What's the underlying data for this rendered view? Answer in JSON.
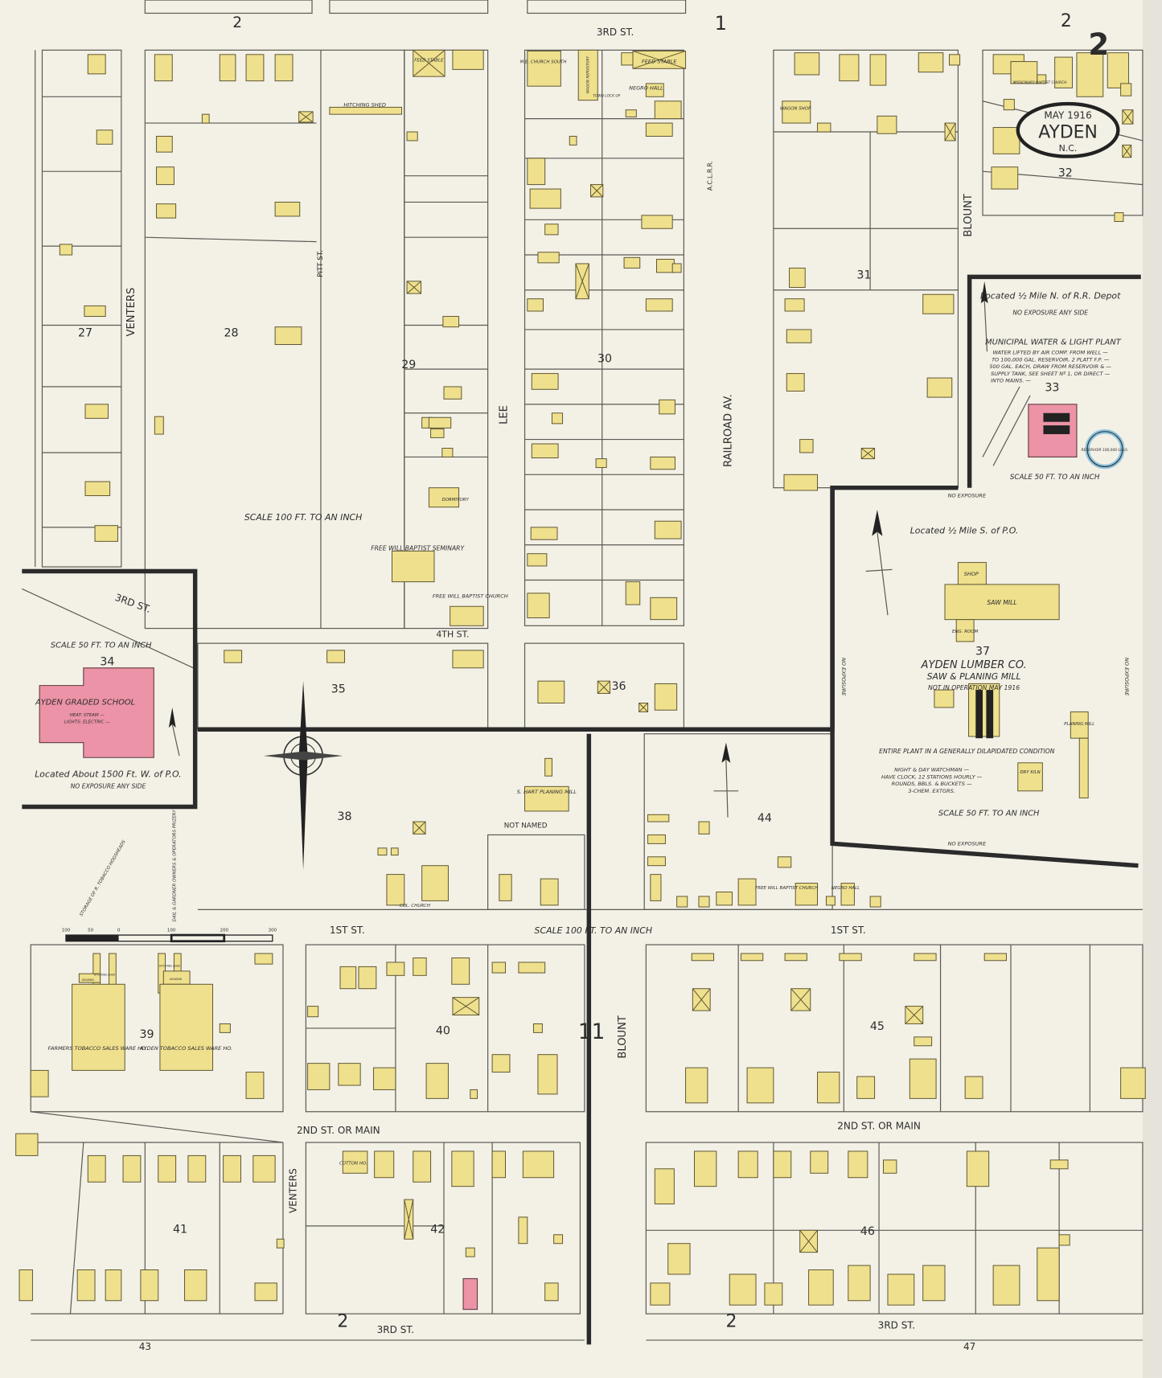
{
  "title": {
    "date": "MAY 1916",
    "town": "AYDEN",
    "state": "N.C.",
    "sheet": "2"
  },
  "colors": {
    "paper": "#f3f0e6",
    "frame_building": "#efe08e",
    "brick_building": "#ec93a7",
    "reservoir_ring": "#8cc4e0"
  },
  "blocks": [
    "27",
    "28",
    "29",
    "30",
    "31",
    "32",
    "33",
    "34",
    "35",
    "36",
    "37",
    "38",
    "39",
    "40",
    "41",
    "42",
    "43",
    "44",
    "45",
    "46",
    "47"
  ],
  "sheet_refs": [
    "2",
    "1",
    "2",
    "2",
    "2",
    "11"
  ],
  "streets": {
    "third_top": "3RD ST.",
    "venters_top": "VENTERS",
    "pitt": "PITT ST.",
    "lee": "LEE",
    "railroad": "RAILROAD AV.",
    "acl": "A.C.L.R.R.",
    "blount_top": "BLOUNT",
    "fourth": "4TH ST.",
    "third_inset": "3RD ST.",
    "first_left": "1ST ST.",
    "first_right": "1ST ST.",
    "not_named": "NOT NAMED",
    "blount_bottom": "BLOUNT",
    "second_left": "2ND ST. OR MAIN",
    "second_right": "2ND ST. OR MAIN",
    "venters_bottom": "VENTERS",
    "third_bottom_left": "3RD ST.",
    "third_bottom_right": "3RD ST."
  },
  "water_plant": {
    "location": "Located ½ Mile N. of R.R. Depot",
    "exposure": "NO EXPOSURE ANY SIDE",
    "name": "MUNICIPAL WATER & LIGHT PLANT",
    "notes": [
      "WATER LIFTED BY AIR COMP. FROM WELL —",
      "TO 100,000 GAL. RESERVOIR, 2 PLATT F.P. —",
      "500 GAL. EACH, DRAW FROM RESERVOIR & —",
      "SUPPLY TANK, SEE SHEET Nº 1, OR DIRECT —",
      "INTO MAINS. —"
    ],
    "reservoir": "RESERVOIR 100,000 GALS.",
    "scale": "SCALE 50 FT. TO AN INCH"
  },
  "lumber": {
    "location": "Located ½ Mile S. of P.O.",
    "shop": "SHOP",
    "saw_mill": "SAW MILL",
    "eng_room": "ENG. ROOM",
    "name": "AYDEN LUMBER CO.",
    "sub": "SAW & PLANING MILL",
    "status": "NOT IN OPERATION MAY 1916",
    "condition": "ENTIRE PLANT IN A GENERALLY DILAPIDATED CONDITION",
    "protection": [
      "NIGHT & DAY WATCHMAN —",
      "HAVE CLOCK, 12 STATIONS HOURLY —",
      "ROUNDS, BBLS. & BUCKETS —",
      "3-CHEM. EXTGRS."
    ],
    "planing_mill": "PLANING MILL",
    "dry_kiln": "DRY KILN",
    "scale": "SCALE 50 FT. TO AN INCH",
    "exposure": "NO EXPOSURE"
  },
  "school": {
    "scale": "SCALE 50 FT. TO AN INCH",
    "name": "AYDEN GRADED SCHOOL",
    "heat": "HEAT: STEAM —",
    "lights": "LIGHTS: ELECTRIC —",
    "location": "Located About 1500 Ft. W. of P.O.",
    "exposure": "NO EXPOSURE ANY SIDE"
  },
  "labels": {
    "scale_top": "SCALE 100 FT. TO AN INCH",
    "scale_mid": "SCALE 100 FT. TO AN INCH",
    "seminary": "FREE WILL BAPTIST SEMINARY",
    "fwb_church": "FREE WILL BAPTIST CHURCH",
    "me_church": "M.E. CHURCH SOUTH",
    "wagon_repository": "WAGON REPOSITORY",
    "feed_stable": "FEED STABLE",
    "feed_stable_2": "FEED STABLE",
    "negro_hall": "NEGRO HALL",
    "town_lockup": "TOWN LOCK UP",
    "hitching_shed": "HITCHING SHED",
    "dormitory": "DORMITORY",
    "hart_mill": "S. HART PLANING MILL",
    "col_church": "COL. CHURCH",
    "fwb_church_2": "FREE WILL BAPTIST CHURCH",
    "negro_hall_2": "NEGRO HALL",
    "storage": "STORAGE OF R. TOBACCO HOGSHEADS",
    "prizery": "DAIL & GARDNER OWNERS & OPERATORS PRIZERY",
    "farmers": "FARMERS TOBACCO SALES WARE HO.",
    "ayden_tob": "AYDEN TOBACCO SALES WARE HO.",
    "hitch_1": "HITCHING SHED",
    "hitch_2": "HITCHING SHED",
    "grading_1": "GRADING",
    "grading_2": "GRADING",
    "cotton": "COTTON HO.",
    "miss_baptist": "MISSIONARY BAPTIST CHURCH",
    "wagon_shop": "WAGON SHOP"
  },
  "scale_bar": [
    "100",
    "50",
    "0",
    "100",
    "200",
    "300"
  ]
}
